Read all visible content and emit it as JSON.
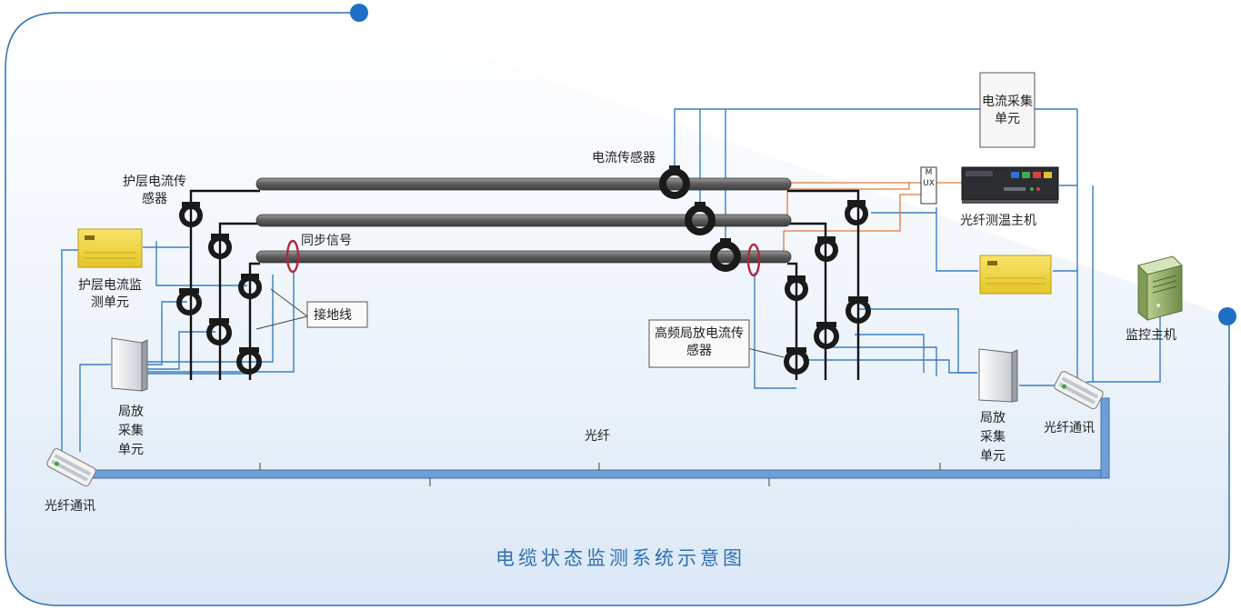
{
  "title": "电缆状态监测系统示意图",
  "labels": {
    "sheath_current_sensor": "护层电流传感器",
    "sheath_monitor_unit": "护层电流监测单元",
    "sync_signal": "同步信号",
    "ground_wire": "接地线",
    "pd_unit_left": "局放采集单元",
    "pd_unit_right": "局放采集单元",
    "fiber_comm_left": "光纤通讯",
    "fiber_comm_right": "光纤通讯",
    "fiber": "光纤",
    "current_sensor": "电流传感器",
    "current_unit": "电流采集单元",
    "mux": "MUX",
    "dts_host": "光纤测温主机",
    "monitor_host": "监控主机",
    "hf_pd_sensor": "高频局放电流传感器"
  },
  "colors": {
    "frame": "#2f6fb3",
    "signal_line": "#3a7fc1",
    "orange_line": "#e07a3a",
    "cable": "#6d6d6d",
    "yellow_unit": "#f3d94a",
    "fiber_trunk": "#6f9fd4"
  }
}
